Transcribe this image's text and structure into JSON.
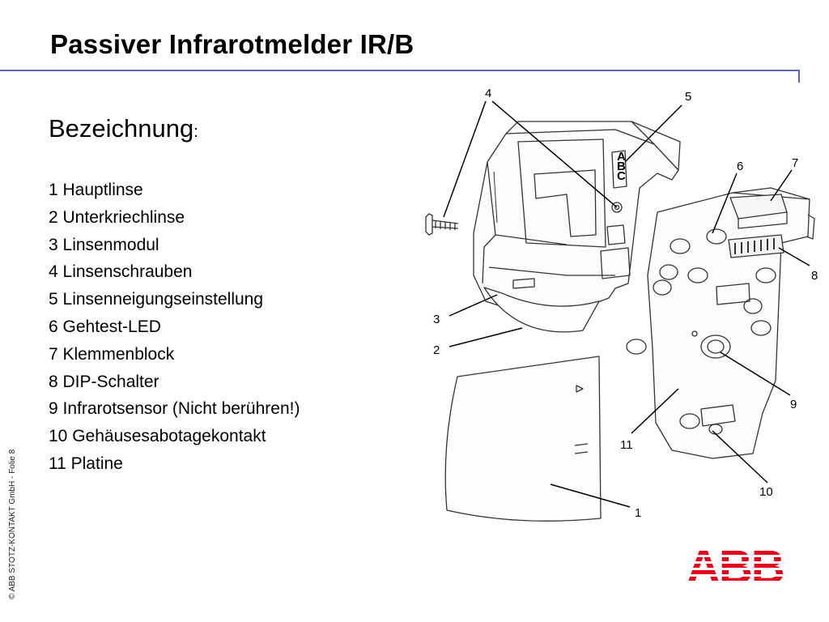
{
  "slide": {
    "title": "Passiver Infrarotmelder IR/B",
    "heading": "Bezeichnung",
    "heading_suffix": ":",
    "legend": [
      "1 Hauptlinse",
      "2 Unterkriechlinse",
      "3 Linsenmodul",
      "4 Linsenschrauben",
      "5 Linsenneigungseinstellung",
      "6 Gehtest-LED",
      "7 Klemmenblock",
      "8 DIP-Schalter",
      "9 Infrarotsensor (Nicht berühren!)",
      "10 Gehäusesabotagekontakt",
      "11 Platine"
    ],
    "footer": "© ABB STOTZ-KONTAKT GmbH  -  Folie 8"
  },
  "diagram": {
    "callouts": [
      "1",
      "2",
      "3",
      "4",
      "5",
      "6",
      "7",
      "8",
      "9",
      "10",
      "11"
    ],
    "switch_letters": [
      "A",
      "B",
      "C"
    ]
  },
  "logo": {
    "text": "ABB",
    "color": "#e2001a"
  },
  "colors": {
    "rule": "#5b67b0",
    "line": "#333333"
  }
}
